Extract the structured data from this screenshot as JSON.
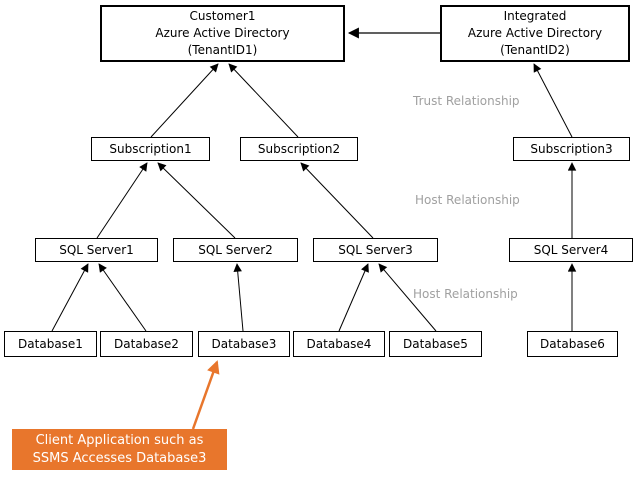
{
  "colors": {
    "background": "#ffffff",
    "box_border": "#000000",
    "box_fill": "#ffffff",
    "connector": "#000000",
    "relationship_label": "#a0a0a0",
    "callout_fill": "#e8762c",
    "callout_text": "#ffffff"
  },
  "nodes": {
    "tenant1": {
      "line1": "Customer1",
      "line2": "Azure Active Directory",
      "line3": "(TenantID1)"
    },
    "tenant2": {
      "line1": "Integrated",
      "line2": "Azure Active Directory",
      "line3": "(TenantID2)"
    },
    "subscription1": {
      "label": "Subscription1"
    },
    "subscription2": {
      "label": "Subscription2"
    },
    "subscription3": {
      "label": "Subscription3"
    },
    "sqlserver1": {
      "label": "SQL Server1"
    },
    "sqlserver2": {
      "label": "SQL Server2"
    },
    "sqlserver3": {
      "label": "SQL Server3"
    },
    "sqlserver4": {
      "label": "SQL Server4"
    },
    "database1": {
      "label": "Database1"
    },
    "database2": {
      "label": "Database2"
    },
    "database3": {
      "label": "Database3"
    },
    "database4": {
      "label": "Database4"
    },
    "database5": {
      "label": "Database5"
    },
    "database6": {
      "label": "Database6"
    }
  },
  "relationship_labels": {
    "trust": "Trust Relationship",
    "host_upper": "Host Relationship",
    "host_lower": "Host Relationship"
  },
  "callout": {
    "line1": "Client Application such as",
    "line2": "SSMS Accesses Database3"
  }
}
